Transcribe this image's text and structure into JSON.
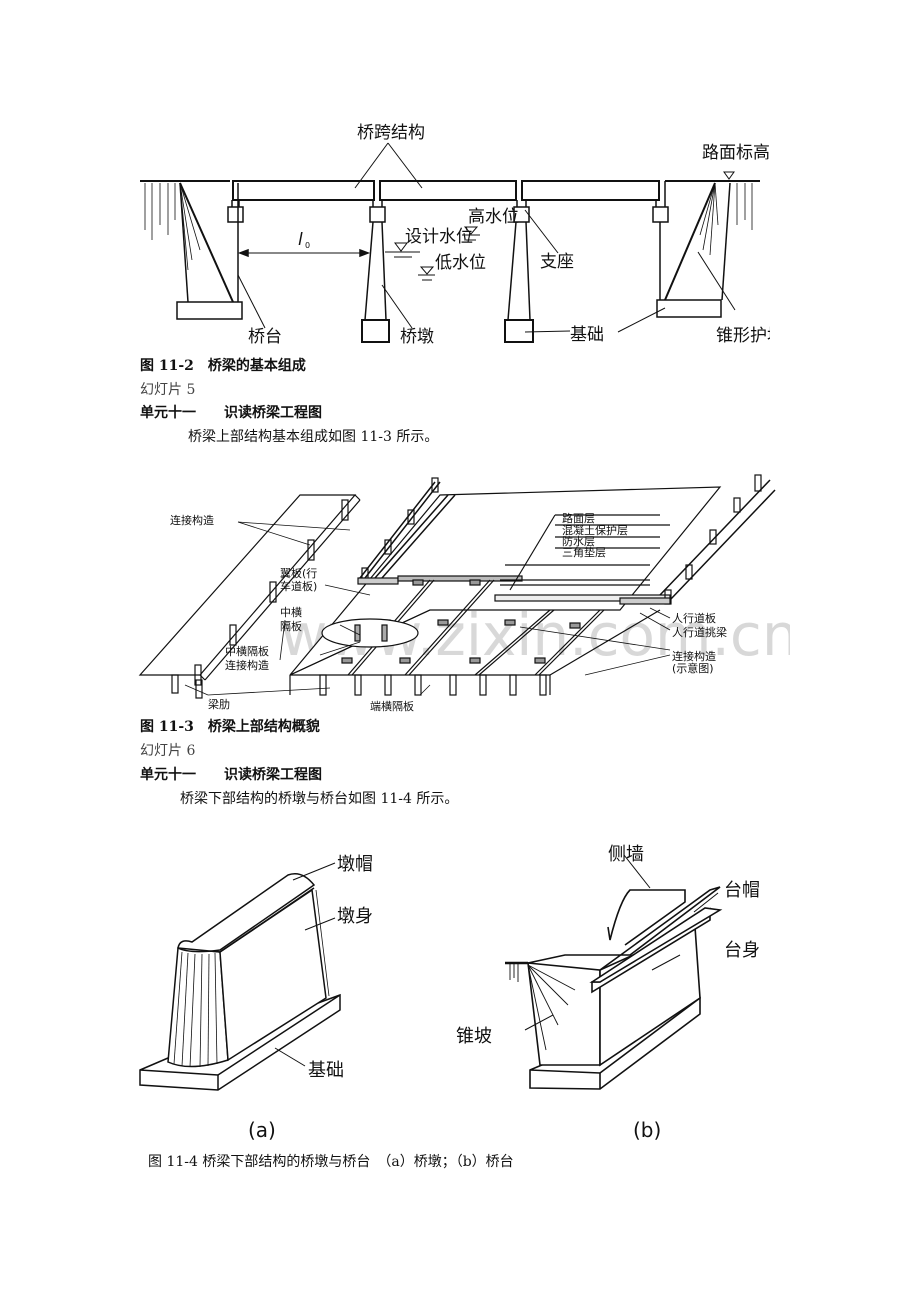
{
  "figure_11_2": {
    "labels": {
      "span_structure": "桥跨结构",
      "road_elevation": "路面标高",
      "high_water": "高水位",
      "design_water": "设计水位",
      "low_water": "低水位",
      "span_length": "l",
      "span_length_sub": "0",
      "bearing": "支座",
      "abutment": "桥台",
      "pier": "桥墩",
      "foundation": "基础",
      "cone_slope": "锥形护坡"
    },
    "caption": "图 11-2　桥梁的基本组成"
  },
  "slide_5": {
    "slide_label": "幻灯片 5",
    "unit_title": "单元十一　　识读桥梁工程图",
    "body": "桥梁上部结构基本组成如图 11-3 所示。"
  },
  "figure_11_3": {
    "labels": {
      "connection_top": "连接构造",
      "wing_plate_1": "翼板(行",
      "wing_plate_2": "车道板)",
      "mid_diaphragm_1": "中横",
      "mid_diaphragm_2": "隔板",
      "mid_diaphragm_conn_1": "中横隔板",
      "mid_diaphragm_conn_2": "连接构造",
      "beam_rib": "梁肋",
      "end_diaphragm": "端横隔板",
      "pavement_layer": "路面层",
      "concrete_protect": "混凝土保护层",
      "waterproof": "防水层",
      "triangle_cushion": "三角垫层",
      "sidewalk_slab": "人行道板",
      "sidewalk_cantilever": "人行道挑梁",
      "connection_schematic_1": "连接构造",
      "connection_schematic_2": "(示意图)"
    },
    "watermark": "www.zixin.com.cn",
    "caption": "图 11-3　桥梁上部结构概貌"
  },
  "slide_6": {
    "slide_label": "幻灯片 6",
    "unit_title": "单元十一　　识读桥梁工程图",
    "body": "桥梁下部结构的桥墩与桥台如图 11-4 所示。"
  },
  "figure_11_4": {
    "pier": {
      "cap": "墩帽",
      "body": "墩身",
      "foundation": "基础",
      "sub_label": "(a)"
    },
    "abutment": {
      "side_wall": "侧墙",
      "cap": "台帽",
      "body": "台身",
      "cone_slope": "锥坡",
      "sub_label": "(b)"
    },
    "caption": "图 11-4 桥梁下部结构的桥墩与桥台　（a）桥墩；（b）桥台"
  }
}
